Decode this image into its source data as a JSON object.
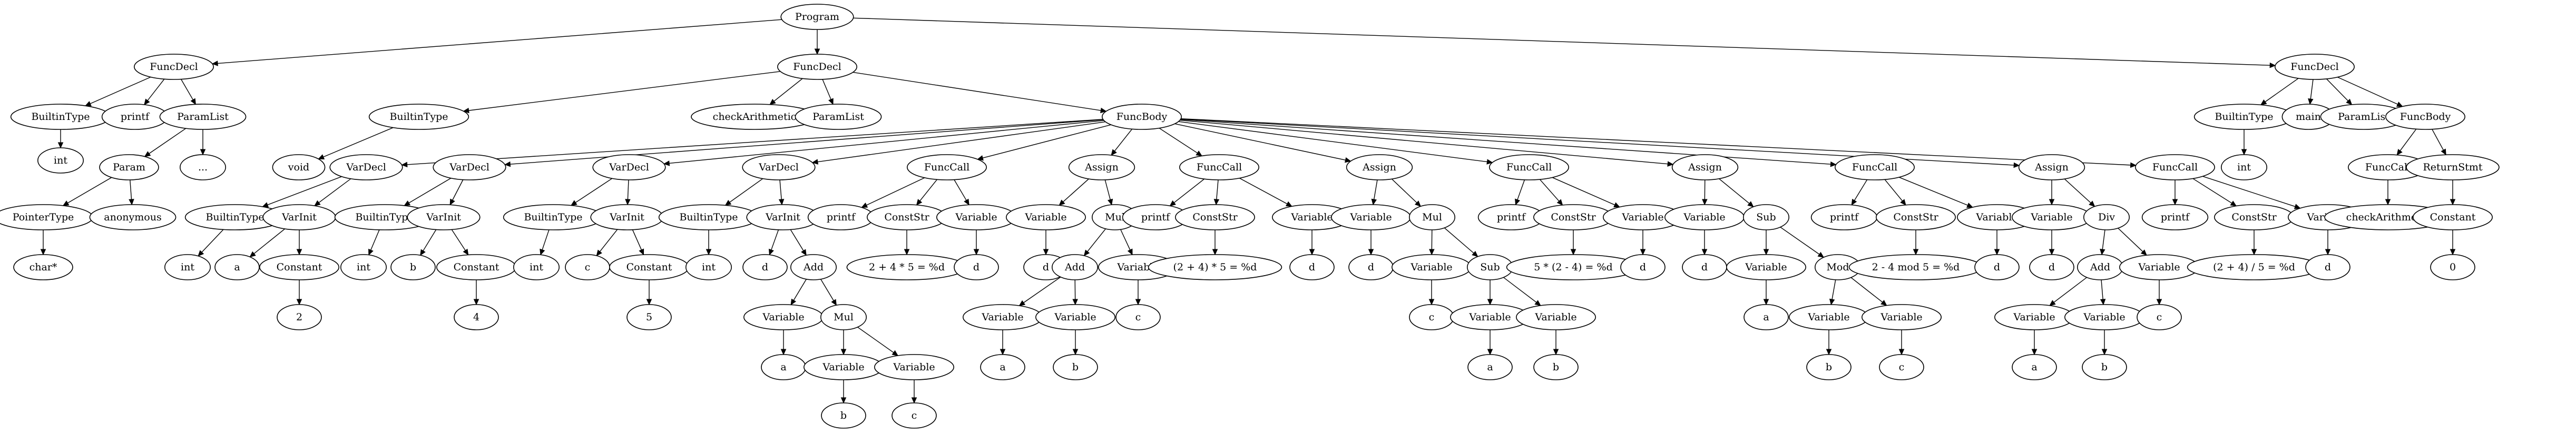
{
  "nodes": [
    {
      "id": "program",
      "label": "Program"
    },
    {
      "id": "fd1",
      "label": "FuncDecl"
    },
    {
      "id": "fd1_bt",
      "label": "BuiltinType"
    },
    {
      "id": "fd1_bt_int",
      "label": "int"
    },
    {
      "id": "fd1_printf",
      "label": "printf"
    },
    {
      "id": "fd1_pl",
      "label": "ParamList"
    },
    {
      "id": "fd1_param",
      "label": "Param"
    },
    {
      "id": "fd1_ptr",
      "label": "PointerType"
    },
    {
      "id": "fd1_charp",
      "label": "char*"
    },
    {
      "id": "fd1_anon",
      "label": "anonymous"
    },
    {
      "id": "fd1_dots",
      "label": "..."
    },
    {
      "id": "fd2",
      "label": "FuncDecl"
    },
    {
      "id": "fd2_bt",
      "label": "BuiltinType"
    },
    {
      "id": "fd2_void",
      "label": "void"
    },
    {
      "id": "fd2_name",
      "label": "checkArithmetic"
    },
    {
      "id": "fd2_pl",
      "label": "ParamList"
    },
    {
      "id": "fb",
      "label": "FuncBody"
    },
    {
      "id": "vd_a",
      "label": "VarDecl"
    },
    {
      "id": "vd_a_bt",
      "label": "BuiltinType"
    },
    {
      "id": "vd_a_int",
      "label": "int"
    },
    {
      "id": "vd_a_vi",
      "label": "VarInit"
    },
    {
      "id": "vd_a_name",
      "label": "a"
    },
    {
      "id": "vd_a_const",
      "label": "Constant"
    },
    {
      "id": "vd_a_val",
      "label": "2"
    },
    {
      "id": "vd_b",
      "label": "VarDecl"
    },
    {
      "id": "vd_b_bt",
      "label": "BuiltinType"
    },
    {
      "id": "vd_b_int",
      "label": "int"
    },
    {
      "id": "vd_b_vi",
      "label": "VarInit"
    },
    {
      "id": "vd_b_name",
      "label": "b"
    },
    {
      "id": "vd_b_const",
      "label": "Constant"
    },
    {
      "id": "vd_b_val",
      "label": "4"
    },
    {
      "id": "vd_c",
      "label": "VarDecl"
    },
    {
      "id": "vd_c_bt",
      "label": "BuiltinType"
    },
    {
      "id": "vd_c_int",
      "label": "int"
    },
    {
      "id": "vd_c_vi",
      "label": "VarInit"
    },
    {
      "id": "vd_c_name",
      "label": "c"
    },
    {
      "id": "vd_c_const",
      "label": "Constant"
    },
    {
      "id": "vd_c_val",
      "label": "5"
    },
    {
      "id": "vd_d",
      "label": "VarDecl"
    },
    {
      "id": "vd_d_bt",
      "label": "BuiltinType"
    },
    {
      "id": "vd_d_int",
      "label": "int"
    },
    {
      "id": "vd_d_vi",
      "label": "VarInit"
    },
    {
      "id": "vd_d_name",
      "label": "d"
    },
    {
      "id": "vd_d_add",
      "label": "Add"
    },
    {
      "id": "vd_d_var_a",
      "label": "Variable"
    },
    {
      "id": "vd_d_a",
      "label": "a"
    },
    {
      "id": "vd_d_mul",
      "label": "Mul"
    },
    {
      "id": "vd_d_var_b",
      "label": "Variable"
    },
    {
      "id": "vd_d_b",
      "label": "b"
    },
    {
      "id": "vd_d_var_c",
      "label": "Variable"
    },
    {
      "id": "vd_d_c",
      "label": "c"
    },
    {
      "id": "fc1",
      "label": "FuncCall"
    },
    {
      "id": "fc1_printf",
      "label": "printf"
    },
    {
      "id": "fc1_cs",
      "label": "ConstStr"
    },
    {
      "id": "fc1_str",
      "label": "2 + 4 * 5 = %d"
    },
    {
      "id": "fc1_var",
      "label": "Variable"
    },
    {
      "id": "fc1_d",
      "label": "d"
    },
    {
      "id": "as1",
      "label": "Assign"
    },
    {
      "id": "as1_var",
      "label": "Variable"
    },
    {
      "id": "as1_d",
      "label": "d"
    },
    {
      "id": "as1_mul",
      "label": "Mul"
    },
    {
      "id": "as1_add",
      "label": "Add"
    },
    {
      "id": "as1_var_a",
      "label": "Variable"
    },
    {
      "id": "as1_a",
      "label": "a"
    },
    {
      "id": "as1_var_b",
      "label": "Variable"
    },
    {
      "id": "as1_b",
      "label": "b"
    },
    {
      "id": "as1_var_c",
      "label": "Variable"
    },
    {
      "id": "as1_c",
      "label": "c"
    },
    {
      "id": "fc2",
      "label": "FuncCall"
    },
    {
      "id": "fc2_printf",
      "label": "printf"
    },
    {
      "id": "fc2_cs",
      "label": "ConstStr"
    },
    {
      "id": "fc2_str",
      "label": "(2 + 4) * 5 = %d"
    },
    {
      "id": "fc2_var",
      "label": "Variable"
    },
    {
      "id": "fc2_d",
      "label": "d"
    },
    {
      "id": "as2",
      "label": "Assign"
    },
    {
      "id": "as2_var",
      "label": "Variable"
    },
    {
      "id": "as2_d",
      "label": "d"
    },
    {
      "id": "as2_mul",
      "label": "Mul"
    },
    {
      "id": "as2_var_c",
      "label": "Variable"
    },
    {
      "id": "as2_c",
      "label": "c"
    },
    {
      "id": "as2_sub",
      "label": "Sub"
    },
    {
      "id": "as2_var_a",
      "label": "Variable"
    },
    {
      "id": "as2_a",
      "label": "a"
    },
    {
      "id": "as2_var_b",
      "label": "Variable"
    },
    {
      "id": "as2_b",
      "label": "b"
    },
    {
      "id": "fc3",
      "label": "FuncCall"
    },
    {
      "id": "fc3_printf",
      "label": "printf"
    },
    {
      "id": "fc3_cs",
      "label": "ConstStr"
    },
    {
      "id": "fc3_str",
      "label": "5 * (2 - 4) = %d"
    },
    {
      "id": "fc3_var",
      "label": "Variable"
    },
    {
      "id": "fc3_d",
      "label": "d"
    },
    {
      "id": "as3",
      "label": "Assign"
    },
    {
      "id": "as3_var",
      "label": "Variable"
    },
    {
      "id": "as3_d",
      "label": "d"
    },
    {
      "id": "as3_sub",
      "label": "Sub"
    },
    {
      "id": "as3_var_a",
      "label": "Variable"
    },
    {
      "id": "as3_a",
      "label": "a"
    },
    {
      "id": "as3_mod",
      "label": "Mod"
    },
    {
      "id": "as3_var_b",
      "label": "Variable"
    },
    {
      "id": "as3_b",
      "label": "b"
    },
    {
      "id": "as3_var_c",
      "label": "Variable"
    },
    {
      "id": "as3_c",
      "label": "c"
    },
    {
      "id": "fc4",
      "label": "FuncCall"
    },
    {
      "id": "fc4_printf",
      "label": "printf"
    },
    {
      "id": "fc4_cs",
      "label": "ConstStr"
    },
    {
      "id": "fc4_str",
      "label": "2 - 4 mod 5 = %d"
    },
    {
      "id": "fc4_var",
      "label": "Variable"
    },
    {
      "id": "fc4_d",
      "label": "d"
    },
    {
      "id": "as4",
      "label": "Assign"
    },
    {
      "id": "as4_var",
      "label": "Variable"
    },
    {
      "id": "as4_d",
      "label": "d"
    },
    {
      "id": "as4_div",
      "label": "Div"
    },
    {
      "id": "as4_add",
      "label": "Add"
    },
    {
      "id": "as4_var_a",
      "label": "Variable"
    },
    {
      "id": "as4_a",
      "label": "a"
    },
    {
      "id": "as4_var_b",
      "label": "Variable"
    },
    {
      "id": "as4_b",
      "label": "b"
    },
    {
      "id": "as4_var_c",
      "label": "Variable"
    },
    {
      "id": "as4_c",
      "label": "c"
    },
    {
      "id": "fc5",
      "label": "FuncCall"
    },
    {
      "id": "fc5_printf",
      "label": "printf"
    },
    {
      "id": "fc5_cs",
      "label": "ConstStr"
    },
    {
      "id": "fc5_str",
      "label": "(2 + 4) / 5 = %d"
    },
    {
      "id": "fc5_var",
      "label": "Variable"
    },
    {
      "id": "fc5_d",
      "label": "d"
    },
    {
      "id": "fd3",
      "label": "FuncDecl"
    },
    {
      "id": "fd3_bt",
      "label": "BuiltinType"
    },
    {
      "id": "fd3_int",
      "label": "int"
    },
    {
      "id": "fd3_main",
      "label": "main"
    },
    {
      "id": "fd3_pl",
      "label": "ParamList"
    },
    {
      "id": "fd3_fb",
      "label": "FuncBody"
    },
    {
      "id": "fd3_fc",
      "label": "FuncCall"
    },
    {
      "id": "fd3_fc_name",
      "label": "checkArithmetic"
    },
    {
      "id": "fd3_rs",
      "label": "ReturnStmt"
    },
    {
      "id": "fd3_const",
      "label": "Constant"
    },
    {
      "id": "fd3_zero",
      "label": "0"
    }
  ],
  "edges": [
    [
      "program",
      "fd1"
    ],
    [
      "program",
      "fd2"
    ],
    [
      "program",
      "fd3"
    ],
    [
      "fd1",
      "fd1_bt"
    ],
    [
      "fd1",
      "fd1_printf"
    ],
    [
      "fd1",
      "fd1_pl"
    ],
    [
      "fd1_bt",
      "fd1_bt_int"
    ],
    [
      "fd1_pl",
      "fd1_param"
    ],
    [
      "fd1_pl",
      "fd1_dots"
    ],
    [
      "fd1_param",
      "fd1_ptr"
    ],
    [
      "fd1_param",
      "fd1_anon"
    ],
    [
      "fd1_ptr",
      "fd1_charp"
    ],
    [
      "fd2",
      "fd2_bt"
    ],
    [
      "fd2",
      "fd2_name"
    ],
    [
      "fd2",
      "fd2_pl"
    ],
    [
      "fd2",
      "fb"
    ],
    [
      "fd2_bt",
      "fd2_void"
    ],
    [
      "fb",
      "vd_a"
    ],
    [
      "fb",
      "vd_b"
    ],
    [
      "fb",
      "vd_c"
    ],
    [
      "fb",
      "vd_d"
    ],
    [
      "fb",
      "fc1"
    ],
    [
      "fb",
      "as1"
    ],
    [
      "fb",
      "fc2"
    ],
    [
      "fb",
      "as2"
    ],
    [
      "fb",
      "fc3"
    ],
    [
      "fb",
      "as3"
    ],
    [
      "fb",
      "fc4"
    ],
    [
      "fb",
      "as4"
    ],
    [
      "fb",
      "fc5"
    ],
    [
      "vd_a",
      "vd_a_bt"
    ],
    [
      "vd_a",
      "vd_a_vi"
    ],
    [
      "vd_a_bt",
      "vd_a_int"
    ],
    [
      "vd_a_vi",
      "vd_a_name"
    ],
    [
      "vd_a_vi",
      "vd_a_const"
    ],
    [
      "vd_a_const",
      "vd_a_val"
    ],
    [
      "vd_b",
      "vd_b_bt"
    ],
    [
      "vd_b",
      "vd_b_vi"
    ],
    [
      "vd_b_bt",
      "vd_b_int"
    ],
    [
      "vd_b_vi",
      "vd_b_name"
    ],
    [
      "vd_b_vi",
      "vd_b_const"
    ],
    [
      "vd_b_const",
      "vd_b_val"
    ],
    [
      "vd_c",
      "vd_c_bt"
    ],
    [
      "vd_c",
      "vd_c_vi"
    ],
    [
      "vd_c_bt",
      "vd_c_int"
    ],
    [
      "vd_c_vi",
      "vd_c_name"
    ],
    [
      "vd_c_vi",
      "vd_c_const"
    ],
    [
      "vd_c_const",
      "vd_c_val"
    ],
    [
      "vd_d",
      "vd_d_bt"
    ],
    [
      "vd_d",
      "vd_d_vi"
    ],
    [
      "vd_d_bt",
      "vd_d_int"
    ],
    [
      "vd_d_vi",
      "vd_d_name"
    ],
    [
      "vd_d_vi",
      "vd_d_add"
    ],
    [
      "vd_d_add",
      "vd_d_var_a"
    ],
    [
      "vd_d_add",
      "vd_d_mul"
    ],
    [
      "vd_d_var_a",
      "vd_d_a"
    ],
    [
      "vd_d_mul",
      "vd_d_var_b"
    ],
    [
      "vd_d_mul",
      "vd_d_var_c"
    ],
    [
      "vd_d_var_b",
      "vd_d_b"
    ],
    [
      "vd_d_var_c",
      "vd_d_c"
    ],
    [
      "fc1",
      "fc1_printf"
    ],
    [
      "fc1",
      "fc1_cs"
    ],
    [
      "fc1",
      "fc1_var"
    ],
    [
      "fc1_cs",
      "fc1_str"
    ],
    [
      "fc1_var",
      "fc1_d"
    ],
    [
      "as1",
      "as1_var"
    ],
    [
      "as1",
      "as1_mul"
    ],
    [
      "as1_var",
      "as1_d"
    ],
    [
      "as1_mul",
      "as1_add"
    ],
    [
      "as1_mul",
      "as1_var_c"
    ],
    [
      "as1_add",
      "as1_var_a"
    ],
    [
      "as1_add",
      "as1_var_b"
    ],
    [
      "as1_var_a",
      "as1_a"
    ],
    [
      "as1_var_b",
      "as1_b"
    ],
    [
      "as1_var_c",
      "as1_c"
    ],
    [
      "fc2",
      "fc2_printf"
    ],
    [
      "fc2",
      "fc2_cs"
    ],
    [
      "fc2",
      "fc2_var"
    ],
    [
      "fc2_cs",
      "fc2_str"
    ],
    [
      "fc2_var",
      "fc2_d"
    ],
    [
      "as2",
      "as2_var"
    ],
    [
      "as2",
      "as2_mul"
    ],
    [
      "as2_var",
      "as2_d"
    ],
    [
      "as2_mul",
      "as2_var_c"
    ],
    [
      "as2_mul",
      "as2_sub"
    ],
    [
      "as2_var_c",
      "as2_c"
    ],
    [
      "as2_sub",
      "as2_var_a"
    ],
    [
      "as2_sub",
      "as2_var_b"
    ],
    [
      "as2_var_a",
      "as2_a"
    ],
    [
      "as2_var_b",
      "as2_b"
    ],
    [
      "fc3",
      "fc3_printf"
    ],
    [
      "fc3",
      "fc3_cs"
    ],
    [
      "fc3",
      "fc3_var"
    ],
    [
      "fc3_cs",
      "fc3_str"
    ],
    [
      "fc3_var",
      "fc3_d"
    ],
    [
      "as3",
      "as3_var"
    ],
    [
      "as3",
      "as3_sub"
    ],
    [
      "as3_var",
      "as3_d"
    ],
    [
      "as3_sub",
      "as3_var_a"
    ],
    [
      "as3_sub",
      "as3_mod"
    ],
    [
      "as3_var_a",
      "as3_a"
    ],
    [
      "as3_mod",
      "as3_var_b"
    ],
    [
      "as3_mod",
      "as3_var_c"
    ],
    [
      "as3_var_b",
      "as3_b"
    ],
    [
      "as3_var_c",
      "as3_c"
    ],
    [
      "fc4",
      "fc4_printf"
    ],
    [
      "fc4",
      "fc4_cs"
    ],
    [
      "fc4",
      "fc4_var"
    ],
    [
      "fc4_cs",
      "fc4_str"
    ],
    [
      "fc4_var",
      "fc4_d"
    ],
    [
      "as4",
      "as4_var"
    ],
    [
      "as4",
      "as4_div"
    ],
    [
      "as4_var",
      "as4_d"
    ],
    [
      "as4_div",
      "as4_add"
    ],
    [
      "as4_div",
      "as4_var_c"
    ],
    [
      "as4_add",
      "as4_var_a"
    ],
    [
      "as4_add",
      "as4_var_b"
    ],
    [
      "as4_var_a",
      "as4_a"
    ],
    [
      "as4_var_b",
      "as4_b"
    ],
    [
      "as4_var_c",
      "as4_c"
    ],
    [
      "fc5",
      "fc5_printf"
    ],
    [
      "fc5",
      "fc5_cs"
    ],
    [
      "fc5",
      "fc5_var"
    ],
    [
      "fc5_cs",
      "fc5_str"
    ],
    [
      "fc5_var",
      "fc5_d"
    ],
    [
      "fd3",
      "fd3_bt"
    ],
    [
      "fd3",
      "fd3_main"
    ],
    [
      "fd3",
      "fd3_pl"
    ],
    [
      "fd3",
      "fd3_fb"
    ],
    [
      "fd3_bt",
      "fd3_int"
    ],
    [
      "fd3_fb",
      "fd3_fc"
    ],
    [
      "fd3_fb",
      "fd3_rs"
    ],
    [
      "fd3_fc",
      "fd3_fc_name"
    ],
    [
      "fd3_rs",
      "fd3_const"
    ],
    [
      "fd3_const",
      "fd3_zero"
    ]
  ]
}
